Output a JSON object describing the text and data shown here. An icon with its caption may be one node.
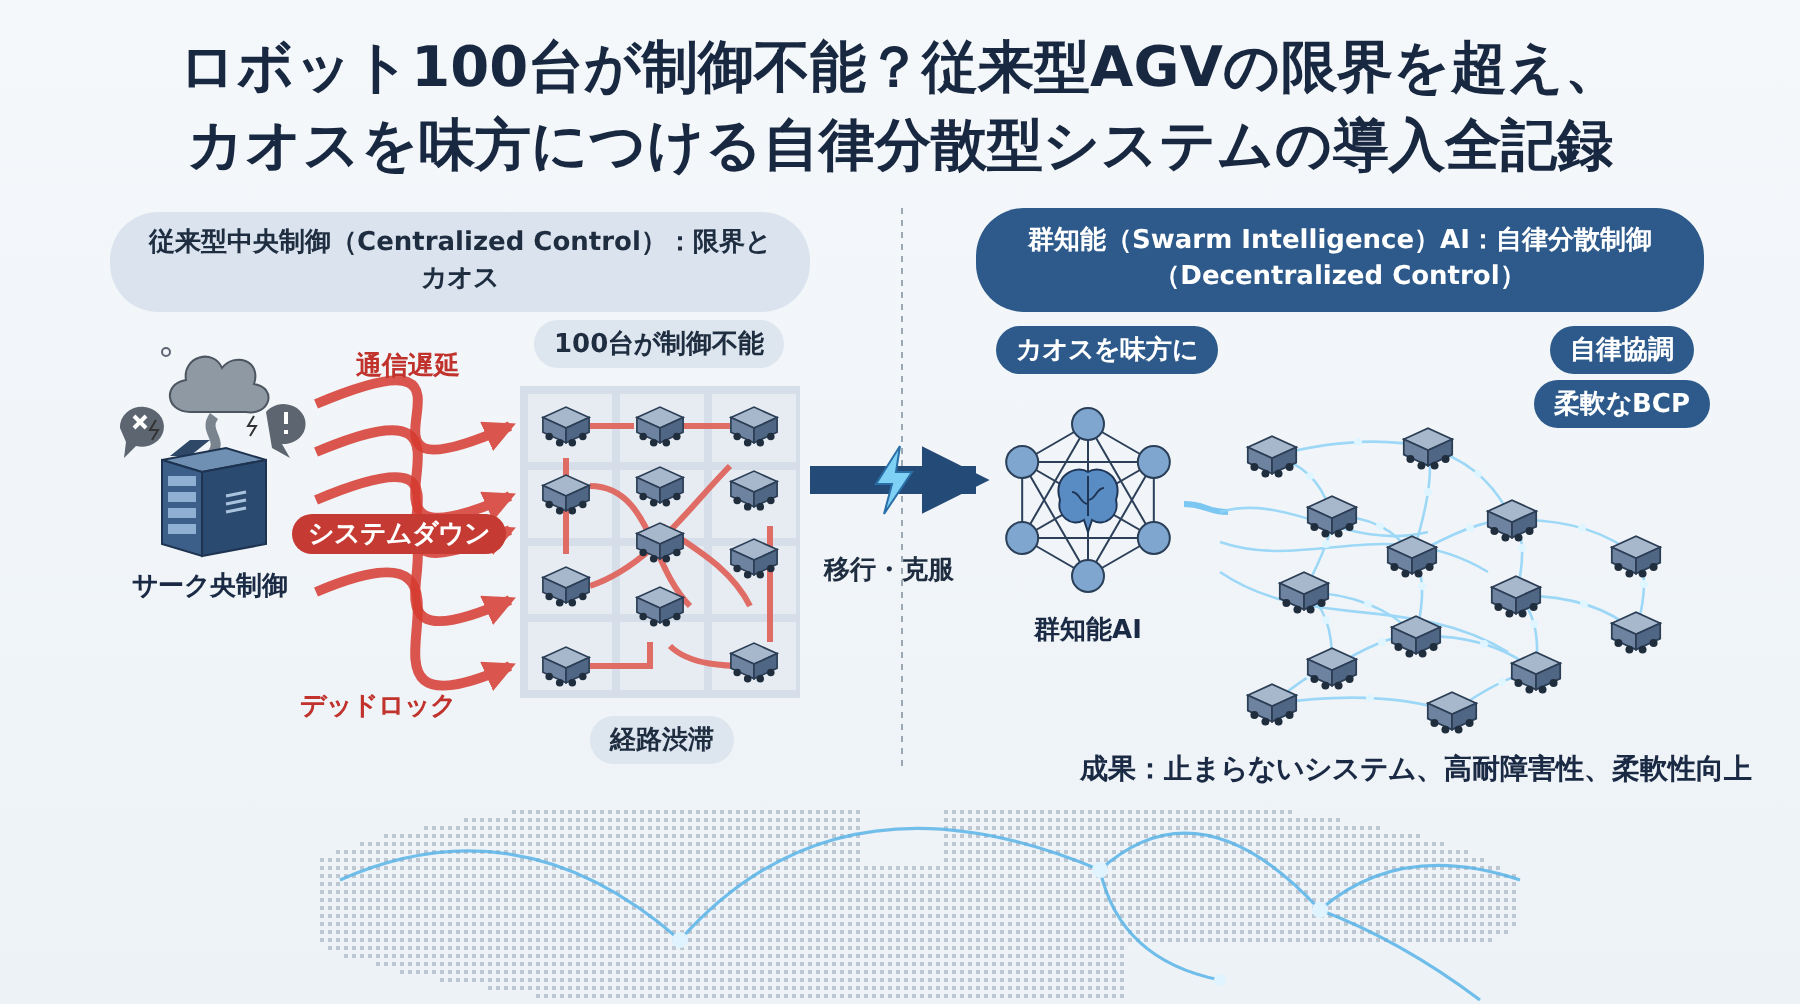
{
  "diagram": {
    "title": "ロボット100台が制御不能？従来型AGVの限界を超え、カオスを味方につける自律分散型システムの導入全記録",
    "nodes": [
      {
        "text": [
          "従来型中央制御（Centralized Control）：限界とカオス"
        ]
      },
      {
        "text": [
          "サーク央制御"
        ]
      },
      {
        "text": [
          "100台が制御不能",
          "経路渋滞"
        ]
      },
      {
        "text": [
          "群知能（Swarm Intelligence）AI：自律分散制御（Decentralized Control）"
        ]
      },
      {
        "text": [
          "群知能AI"
        ]
      },
      {
        "text": [],
        "shape": "picture"
      }
    ],
    "edges": [
      {
        "from": 1,
        "to": 2,
        "arrow": "to",
        "label": "通信遅延"
      },
      {
        "from": 1,
        "to": 2,
        "arrow": "to"
      },
      {
        "from": 1,
        "to": 2,
        "arrow": "to",
        "label": "システムダウン"
      },
      {
        "from": 1,
        "to": 2,
        "arrow": "to"
      },
      {
        "from": 1,
        "to": 2,
        "arrow": "to",
        "label": "デッドロック"
      },
      {
        "from": 2,
        "to": 4,
        "arrow": "to",
        "label": "移行・克服",
        "style": "thick",
        "color": "#244a77"
      },
      {
        "from": 4,
        "to": 5,
        "arrow": "none",
        "color": "#7cc7f2"
      }
    ],
    "labels": [
      "カオスを味方に",
      "自律協調",
      "柔軟なBCP",
      "成果：止まらないシステム、高耐障害性、柔軟性向上"
    ]
  }
}
